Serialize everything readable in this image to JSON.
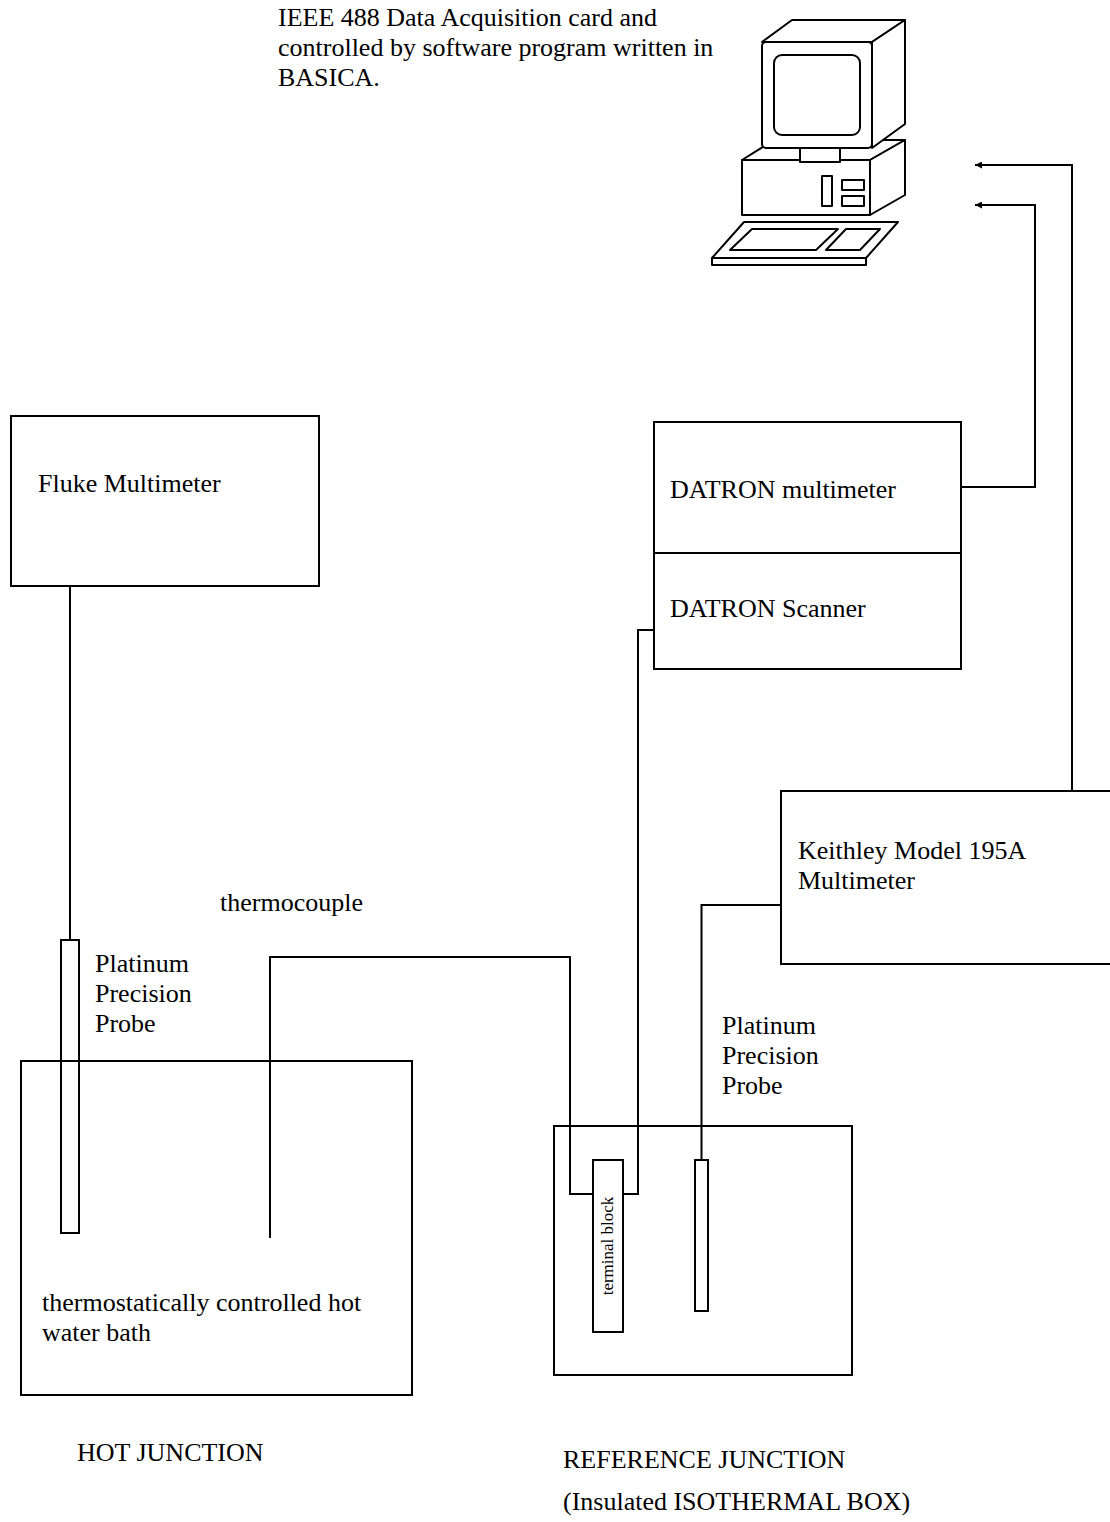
{
  "diagram": {
    "nodes": [
      {
        "text": [
          "IEEE 488 Data Acquisition card and controlled by software program written in BASICA."
        ]
      },
      {
        "text": [
          "Fluke Multimeter"
        ]
      },
      {
        "text": [
          "DATRON multimeter"
        ]
      },
      {
        "text": [
          "DATRON Scanner"
        ]
      },
      {
        "text": [
          "Keithley Model 195A Multimeter"
        ]
      },
      {
        "text": [
          "thermostatically controlled hot water bath",
          "HOT JUNCTION"
        ]
      },
      {
        "text": [
          "Platinum Precision Probe"
        ],
        "in": 5
      },
      {
        "text": [
          "REFERENCE JUNCTION",
          "(Insulated ISOTHERMAL BOX)"
        ]
      },
      {
        "text": [
          "terminal block"
        ],
        "in": 7
      },
      {
        "text": [
          "Platinum Precision Probe"
        ],
        "in": 7
      }
    ],
    "edges": [
      {
        "from": 1,
        "to": 6,
        "arrow": "none"
      },
      {
        "from": 4,
        "to": 9,
        "arrow": "none"
      },
      {
        "from": 5,
        "to": 8,
        "label": "thermocouple",
        "arrow": "none"
      },
      {
        "from": 8,
        "to": 3,
        "arrow": "none"
      },
      {
        "from": 2,
        "to": 0,
        "arrow": "to"
      },
      {
        "from": 4,
        "to": 0,
        "arrow": "to"
      }
    ]
  }
}
